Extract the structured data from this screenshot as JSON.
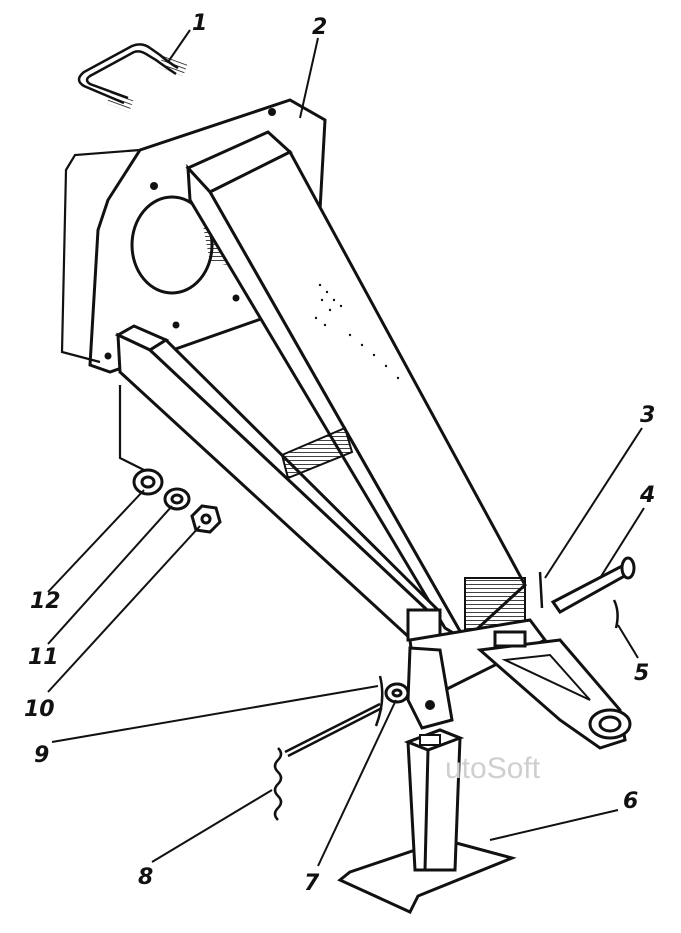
{
  "diagram": {
    "labels": {
      "n1": "1",
      "n2": "2",
      "n3": "3",
      "n4": "4",
      "n5": "5",
      "n6": "6",
      "n7": "7",
      "n8": "8",
      "n9": "9",
      "n10": "10",
      "n11": "11",
      "n12": "12"
    },
    "watermark": "utoSoft"
  }
}
